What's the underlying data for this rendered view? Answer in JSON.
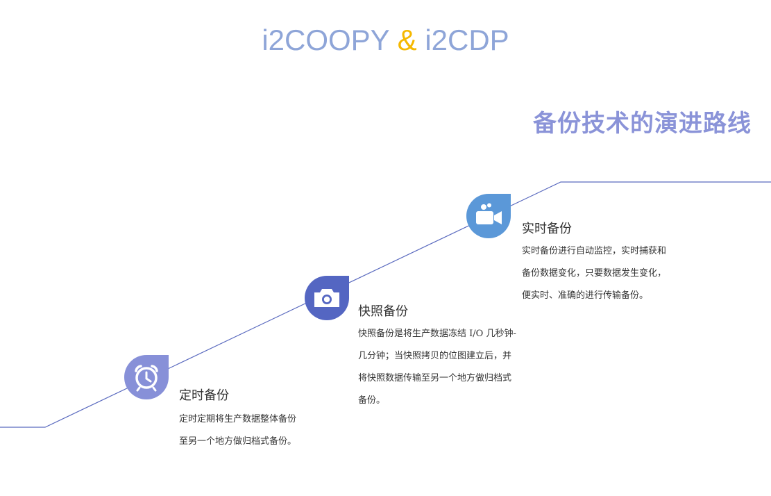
{
  "header": {
    "brand_part1": "i2COOPY",
    "brand_amp": "&",
    "brand_part2": "i2CDP",
    "section_title": "备份技术的演进路线"
  },
  "colors": {
    "brand_text": "#8ea5d8",
    "amp": "#f5b800",
    "heading": "#8a93d8",
    "line": "#5a6abf",
    "step1_icon": "#8790d8",
    "step2_icon": "#5466c2",
    "step3_icon": "#5b98d8"
  },
  "steps": [
    {
      "icon": "alarm-clock-icon",
      "title": "定时备份",
      "desc_lines": [
        "定时定期将生产数据整体备份",
        "至另一个地方做归档式备份。"
      ]
    },
    {
      "icon": "camera-icon",
      "title": "快照备份",
      "desc_lines": [
        "快照备份是将生产数据冻结 I/O 几秒钟-",
        "几分钟；当快照拷贝的位图建立后，并",
        "将快照数据传输至另一个地方做归档式",
        "备份。"
      ]
    },
    {
      "icon": "video-camera-icon",
      "title": "实时备份",
      "desc_lines": [
        "实时备份进行自动监控，实时捕获和",
        "备份数据变化，只要数据发生变化，",
        "便实时、准确的进行传输备份。"
      ]
    }
  ]
}
